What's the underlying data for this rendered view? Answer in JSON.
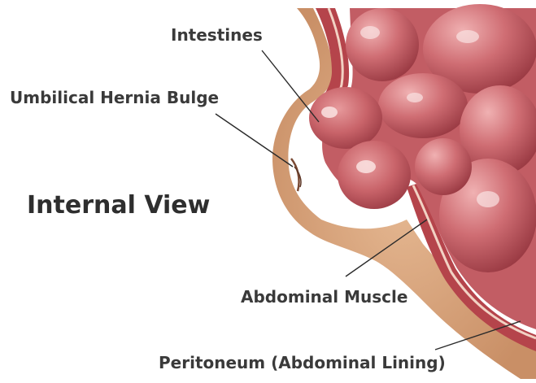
{
  "labels": {
    "intestines": "Intestines",
    "hernia_bulge": "Umbilical Hernia Bulge",
    "view_title": "Internal View",
    "abdominal_muscle": "Abdominal Muscle",
    "peritoneum": "Peritoneum (Abdominal Lining)"
  },
  "colors": {
    "skin": "#d9a77e",
    "muscle": "#b5444b",
    "peritoneum_line": "#f2d2c4",
    "intestine": "#c9646a",
    "intestine_highlight": "#f3c7c6",
    "label_text": "#3a3a3a",
    "leader_line": "#2a2a2a"
  }
}
